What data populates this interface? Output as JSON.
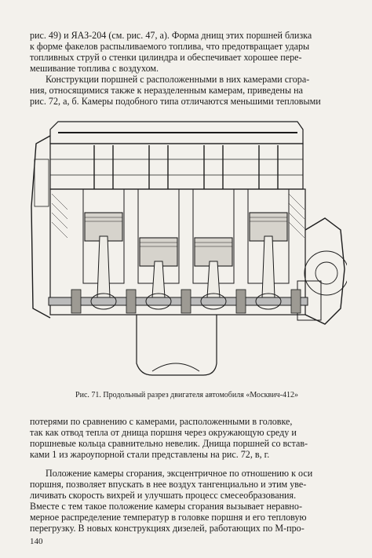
{
  "paragraphs": {
    "top": [
      "рис. 49) и ЯАЗ-204 (см. рис. 47, а). Форма днищ этих поршней близка",
      "к форме факелов распыливаемого топлива, что предотвращает удары",
      "топливных струй о стенки цилиндра и обеспечивает хорошее пере-",
      "мешивание топлива с воздухом."
    ],
    "mid": [
      "Конструкции поршней с расположенными в них камерами сгора-",
      "ния, относящимися также к неразделенным камерам, приведены на",
      "рис. 72, а, б. Камеры подобного типа отличаются меньшими тепловыми"
    ],
    "after_figure": [
      "потерями по сравнению с камерами, расположенными в головке,",
      "так как отвод тепла от днища поршня через окружающую среду и",
      "поршневые кольца сравнительно невелик. Днища поршней со встав-",
      "ками 1 из жароупорной стали представлены на рис. 72, в, г."
    ],
    "last": [
      "Положение камеры сгорания, эксцентричное по отношению к оси",
      "поршня, позволяет впускать в нее воздух тангенциально и этим уве-",
      "личивать скорость вихрей и улучшать процесс смесеобразования.",
      "Вместе с тем такое положение камеры сгорания вызывает неравно-",
      "мерное распределение температур в головке поршня и его тепловую",
      "перегрузку. В новых конструкциях дизелей, работающих по М-про-"
    ]
  },
  "figure": {
    "caption": "Рис. 71. Продольный разрез двигателя автомобиля «Москвич-412»",
    "cylinder_count": 4
  },
  "page_number": "140"
}
